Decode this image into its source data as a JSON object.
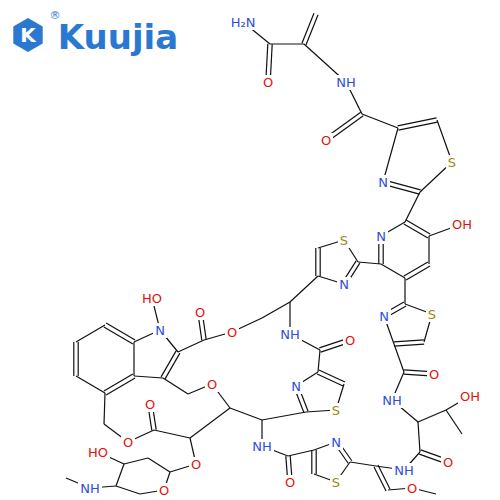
{
  "diagram": {
    "labels": [
      "K",
      "Kuujia",
      "®",
      "H₂N",
      "O",
      "NH",
      "O",
      "S",
      "N",
      "OH",
      "N",
      "S",
      "N",
      "HO",
      "O",
      "S",
      "N",
      "N",
      "O",
      "NH",
      "O",
      "O",
      "O",
      "N",
      "OH",
      "NH",
      "O",
      "S",
      "O",
      "N",
      "NH",
      "HO",
      "O",
      "O",
      "NH",
      "O",
      "S",
      "NH",
      "O",
      "O"
    ]
  }
}
